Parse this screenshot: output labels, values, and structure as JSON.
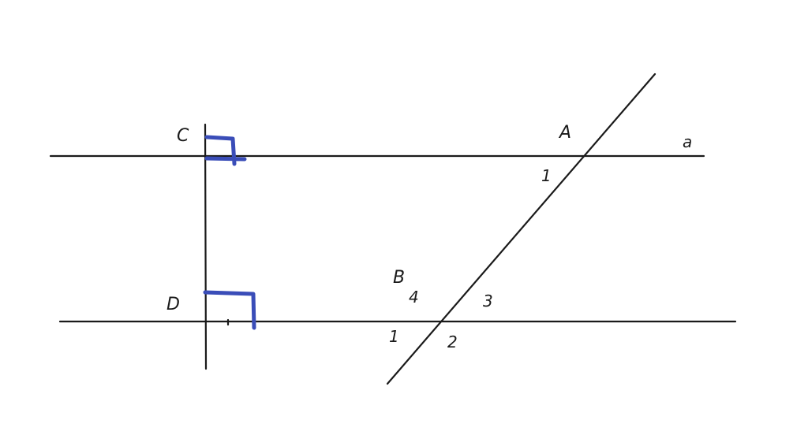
{
  "diagram": {
    "colors": {
      "ink": "#1a1a1a",
      "right_angle_marker": "#3a4db8"
    },
    "points": {
      "A": "A",
      "B": "B",
      "C": "C",
      "D": "D"
    },
    "lines": {
      "a": "a"
    },
    "angles": {
      "top_1": "1",
      "bottom_1": "1",
      "bottom_2": "2",
      "bottom_3": "3",
      "bottom_4": "4"
    }
  }
}
